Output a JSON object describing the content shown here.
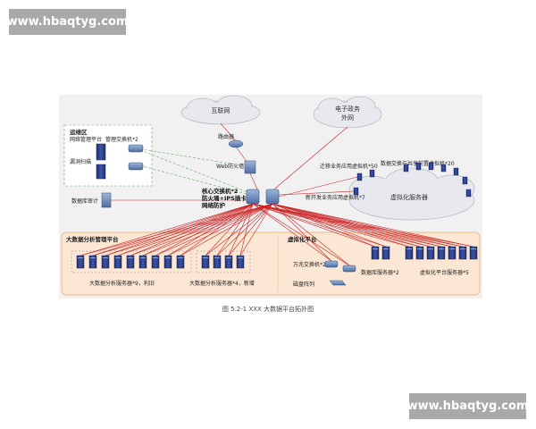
{
  "watermark": {
    "top": "www.hbaqtyg.com",
    "bottom": "www.hbaqtyg.com"
  },
  "clouds": {
    "internet": "互联网",
    "egov_line1": "电子政务",
    "egov_line2": "外网",
    "virt": "虚拟化服务器"
  },
  "ops": {
    "title": "运维区",
    "mgmt": "网络管理平台",
    "switch": "管理交换机*2",
    "scan": "漏洞扫描"
  },
  "db_audit": "数据库审计",
  "router": "路由器",
  "web_fw": "Web防火墙",
  "core": {
    "line1": "核心交换机*2",
    "line2": "防火墙+IPS插卡",
    "line3": "网络防护"
  },
  "vm_labels": {
    "migrate": "迁移业务应用虚拟机*50",
    "new": "新开发业务应用虚拟机*7",
    "exchange": "数据交换与共享前置虚拟机*20"
  },
  "bigdata": {
    "title": "大数据分析管理平台",
    "group1": "大数据分析服务器*9，利旧",
    "group2": "大数据分析服务器*4，新增"
  },
  "virtplat": {
    "title": "虚拟化平台",
    "switch": "万兆交换机*2",
    "dbserver": "数据库服务器*2",
    "virtserver": "虚拟化平台服务器*5",
    "storage": "磁盘阵列"
  },
  "caption": "图 5.2-1 XXX 大数据平台拓扑图",
  "colors": {
    "link_red": "#cc2222",
    "link_green": "#66aa66",
    "panel": "#fbe7d3",
    "panel_border": "#f0b98a",
    "server": "#2a3f8a",
    "cloud": "#e7e9ee"
  }
}
